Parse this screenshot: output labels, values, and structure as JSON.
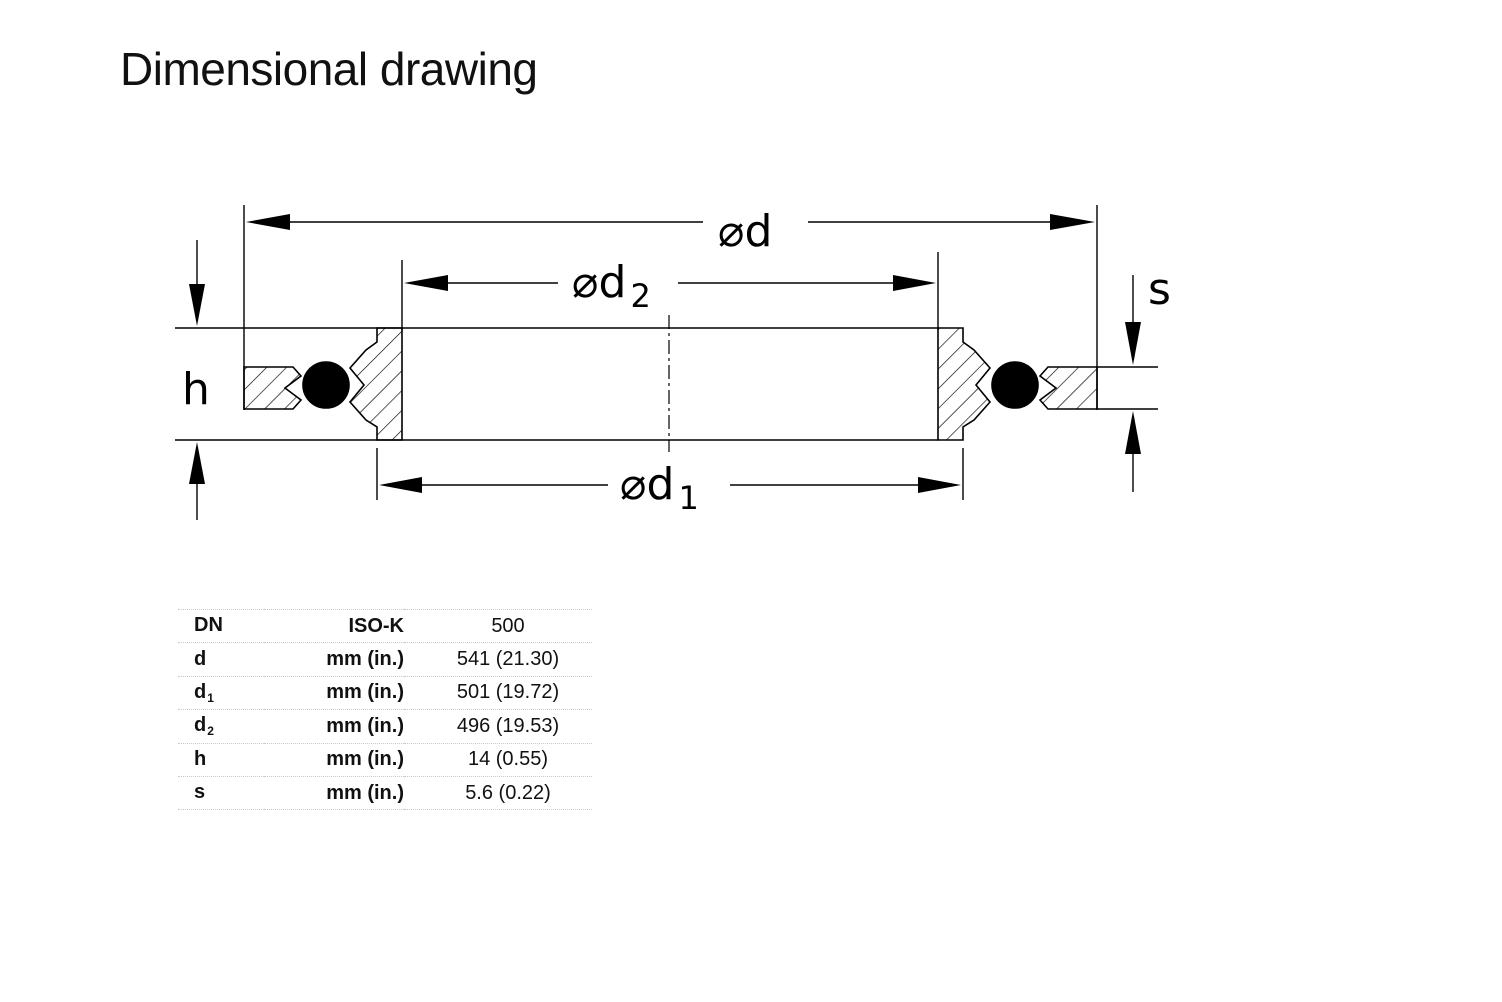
{
  "page": {
    "title": "Dimensional drawing"
  },
  "drawing": {
    "labels": {
      "outer_diameter": {
        "symbol": "⌀",
        "main": "d",
        "sub": ""
      },
      "inner_diameter_2": {
        "symbol": "⌀",
        "main": "d",
        "sub": "2"
      },
      "inner_diameter_1": {
        "symbol": "⌀",
        "main": "d",
        "sub": "1"
      },
      "height": "h",
      "thickness": "s"
    }
  },
  "table": {
    "rows": [
      {
        "param": "DN",
        "sub": "",
        "unit": "ISO-K",
        "value": "500"
      },
      {
        "param": "d",
        "sub": "",
        "unit": "mm (in.)",
        "value": "541 (21.30)"
      },
      {
        "param": "d",
        "sub": "1",
        "unit": "mm (in.)",
        "value": "501 (19.72)"
      },
      {
        "param": "d",
        "sub": "2",
        "unit": "mm (in.)",
        "value": "496 (19.53)"
      },
      {
        "param": "h",
        "sub": "",
        "unit": "mm (in.)",
        "value": "14 (0.55)"
      },
      {
        "param": "s",
        "sub": "",
        "unit": "mm (in.)",
        "value": "5.6 (0.22)"
      }
    ]
  }
}
